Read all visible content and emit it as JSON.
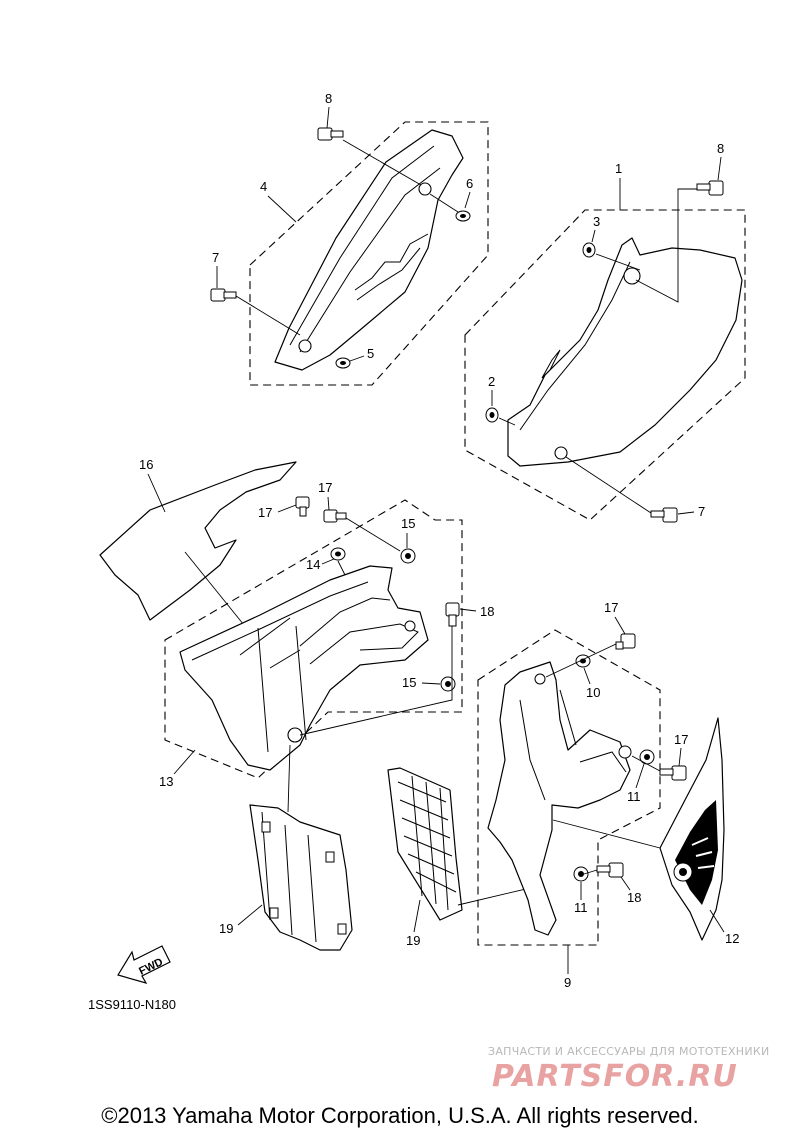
{
  "diagram_code": "1SS9110-N180",
  "fwd_label": "FWD",
  "copyright": "©2013 Yamaha Motor Corporation, U.S.A. All rights reserved.",
  "watermark": {
    "tagline": "ЗАПЧАСТИ И АКСЕССУАРЫ ДЛЯ МОТОТЕХНИКИ",
    "brand": "PARTSFOR.RU"
  },
  "callouts": {
    "c1": "1",
    "c2": "2",
    "c3": "3",
    "c4": "4",
    "c5": "5",
    "c6": "6",
    "c7a": "7",
    "c7b": "7",
    "c8a": "8",
    "c8b": "8",
    "c9": "9",
    "c10": "10",
    "c11a": "11",
    "c11b": "11",
    "c12": "12",
    "c13": "13",
    "c14": "14",
    "c15a": "15",
    "c15b": "15",
    "c16": "16",
    "c17a": "17",
    "c17b": "17",
    "c17c": "17",
    "c17d": "17",
    "c18a": "18",
    "c18b": "18",
    "c19a": "19",
    "c19b": "19"
  }
}
